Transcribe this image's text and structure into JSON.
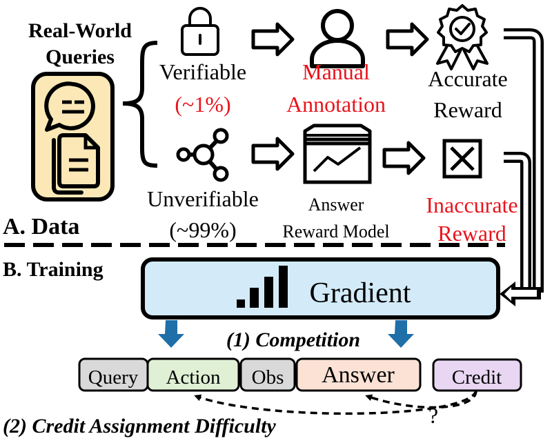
{
  "section_a": {
    "header_line1": "Real-World",
    "header_line2": "Queries",
    "label": "A. Data"
  },
  "verifiable": {
    "name": "Verifiable",
    "share": "(~1%)",
    "method_line1": "Manual",
    "method_line2": "Annotation",
    "reward_line1": "Accurate",
    "reward_line2": "Reward"
  },
  "unverifiable": {
    "name": "Unverifiable",
    "share": "(~99%)",
    "method_line1": "Answer",
    "method_line2": "Reward Model",
    "reward_line1": "Inaccurate",
    "reward_line2": "Reward"
  },
  "section_b": {
    "label": "B. Training",
    "gradient": "Gradient",
    "competition": "(1) Competition",
    "difficulty": "(2) Credit Assignment Difficulty"
  },
  "sequence": {
    "query": "Query",
    "action": "Action",
    "obs": "Obs",
    "answer": "Answer",
    "credit": "Credit",
    "question_mark": "?"
  },
  "colors": {
    "highlight_red": "#e8141c",
    "query_box": "#d9d9d9",
    "action_box": "#dff0d5",
    "obs_box": "#d9d9d9",
    "answer_box": "#fbe2d5",
    "credit_box": "#e8d6f3",
    "gradient_box": "#d3ebf8",
    "queries_box": "#fbe8b6",
    "arrow_blue": "#1f6fa8"
  }
}
